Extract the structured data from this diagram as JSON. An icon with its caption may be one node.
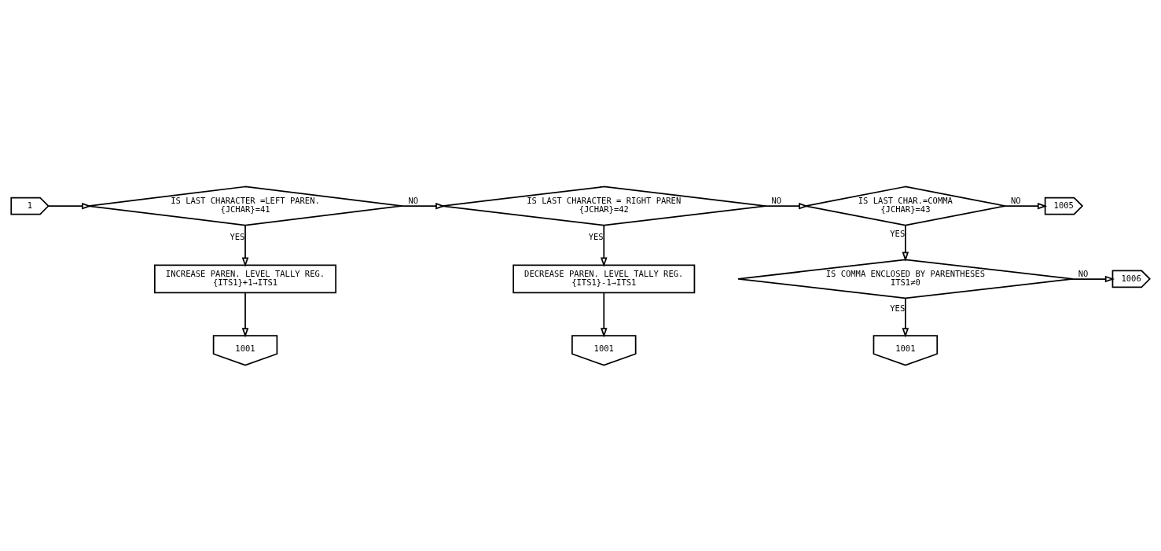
{
  "diagram": {
    "nodes": [
      {
        "text": [
          "1"
        ]
      },
      {
        "text": [
          "IS LAST CHARACTER =LEFT PAREN.",
          "{JCHAR}=41"
        ]
      },
      {
        "text": [
          "IS LAST CHARACTER = RIGHT PAREN",
          "{JCHAR}=42"
        ]
      },
      {
        "text": [
          "IS LAST CHAR.=COMMA",
          "{JCHAR}=43"
        ]
      },
      {
        "text": [
          "1005"
        ]
      },
      {
        "text": [
          "INCREASE PAREN. LEVEL TALLY REG.",
          "{ITS1}+1→ITS1"
        ]
      },
      {
        "text": [
          "DECREASE PAREN. LEVEL TALLY REG.",
          "{ITS1}-1→ITS1"
        ]
      },
      {
        "text": [
          "IS COMMA ENCLOSED BY PARENTHESES",
          "ITS1≠0"
        ]
      },
      {
        "text": [
          "1006"
        ]
      },
      {
        "text": [
          "1001"
        ]
      },
      {
        "text": [
          "1001"
        ]
      },
      {
        "text": [
          "1001"
        ]
      }
    ],
    "edges": [
      {
        "from": 0,
        "to": 1,
        "arrow": "to"
      },
      {
        "from": 1,
        "to": 2,
        "arrow": "to",
        "label": "NO"
      },
      {
        "from": 2,
        "to": 3,
        "arrow": "to",
        "label": "NO"
      },
      {
        "from": 3,
        "to": 4,
        "arrow": "to",
        "label": "NO"
      },
      {
        "from": 1,
        "to": 5,
        "arrow": "to",
        "label": "YES"
      },
      {
        "from": 2,
        "to": 6,
        "arrow": "to",
        "label": "YES"
      },
      {
        "from": 3,
        "to": 7,
        "arrow": "to",
        "label": "YES"
      },
      {
        "from": 7,
        "to": 8,
        "arrow": "to",
        "label": "NO"
      },
      {
        "from": 5,
        "to": 9,
        "arrow": "to"
      },
      {
        "from": 6,
        "to": 10,
        "arrow": "to"
      },
      {
        "from": 7,
        "to": 11,
        "arrow": "to",
        "label": "YES"
      }
    ]
  }
}
